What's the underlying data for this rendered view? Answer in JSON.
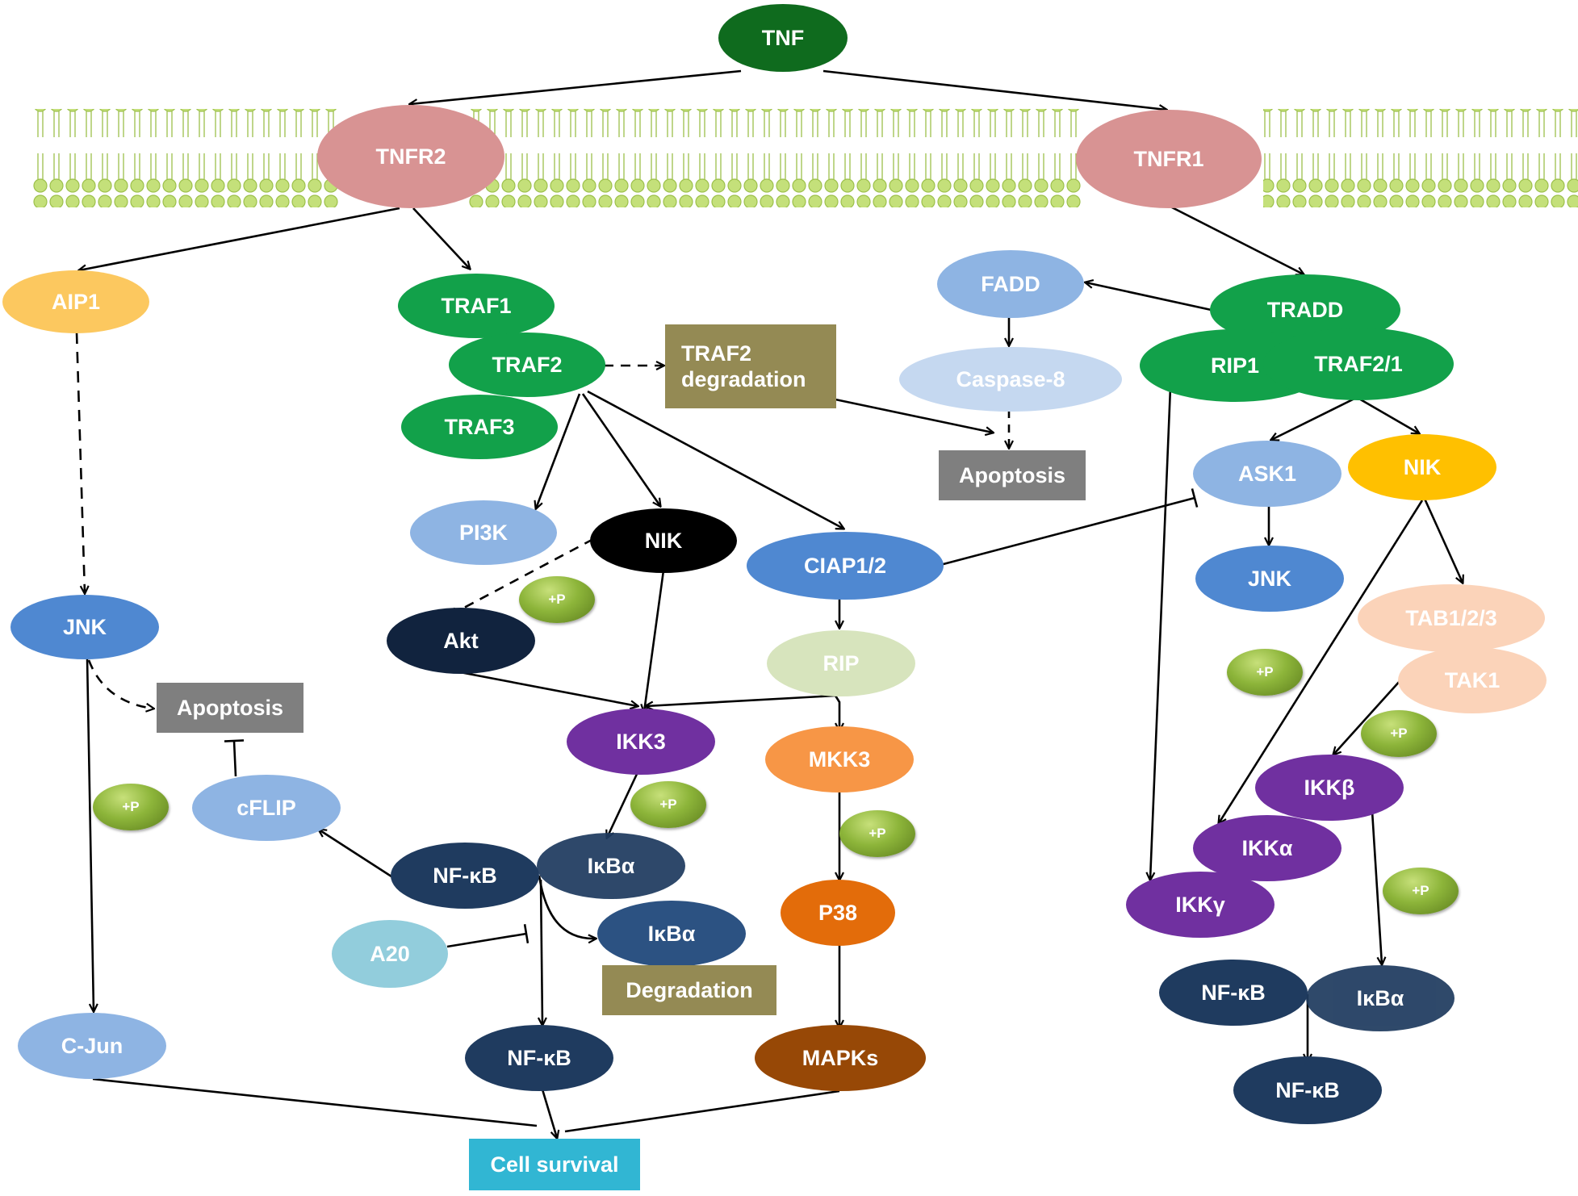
{
  "colors": {
    "dark_green": "#0f6b1e",
    "green": "#12a14a",
    "receptor": "#d89393",
    "aip": "#fcc85f",
    "light_blue": "#8eb4e3",
    "pale_blue": "#c5d8f0",
    "mid_blue": "#4f88d1",
    "navy": "#1f3b5f",
    "dark_navy": "#11233e",
    "purple": "#7030a0",
    "orange": "#f79646",
    "dark_orange": "#e36c0a",
    "brown": "#974806",
    "yellow": "#ffc000",
    "peach": "#fbd3b9",
    "pale_green": "#d7e4bd",
    "teal": "#92cddc",
    "grey_box": "#7f7f7f",
    "olive_box": "#948a54",
    "cyan_box": "#31b6d3",
    "black": "#000000",
    "membrane": "#c4e07a"
  },
  "nodes": {
    "tnf": "TNF",
    "tnfr2": "TNFR2",
    "tnfr1": "TNFR1",
    "aip1": "AIP1",
    "traf1": "TRAF1",
    "traf2": "TRAF2",
    "traf3": "TRAF3",
    "traf2_degradation": "TRAF2 degradation",
    "fadd": "FADD",
    "caspase8": "Caspase-8",
    "apoptosis_mid": "Apoptosis",
    "tradd": "TRADD",
    "rip1": "RIP1",
    "traf21": "TRAF2/1",
    "pi3k": "PI3K",
    "nik_center": "NIK",
    "ciap12": "CIAP1/2",
    "ask1": "ASK1",
    "nik_right": "NIK",
    "jnk_left": "JNK",
    "akt": "Akt",
    "jnk_right": "JNK",
    "tab123": "TAB1/2/3",
    "tak1": "TAK1",
    "rip": "RIP",
    "apoptosis_left": "Apoptosis",
    "ikk3": "IKK3",
    "mkk3": "MKK3",
    "cflip": "cFLIP",
    "ikkb": "IKKβ",
    "ikka": "IKKα",
    "ikkg": "IKKγ",
    "nfkb_center": "NF-κB",
    "ikba_center": "IκBα",
    "ikba_degr": "IκBα",
    "a20": "A20",
    "degradation": "Degradation",
    "p38": "P38",
    "nfkb_right": "NF-κB",
    "ikba_right": "IκBα",
    "cjun": "C-Jun",
    "nfkb_bottom": "NF-κB",
    "mapks": "MAPKs",
    "nfkb_right_bottom": "NF-κB",
    "cell_survival": "Cell survival"
  },
  "phospho_label": "+P"
}
